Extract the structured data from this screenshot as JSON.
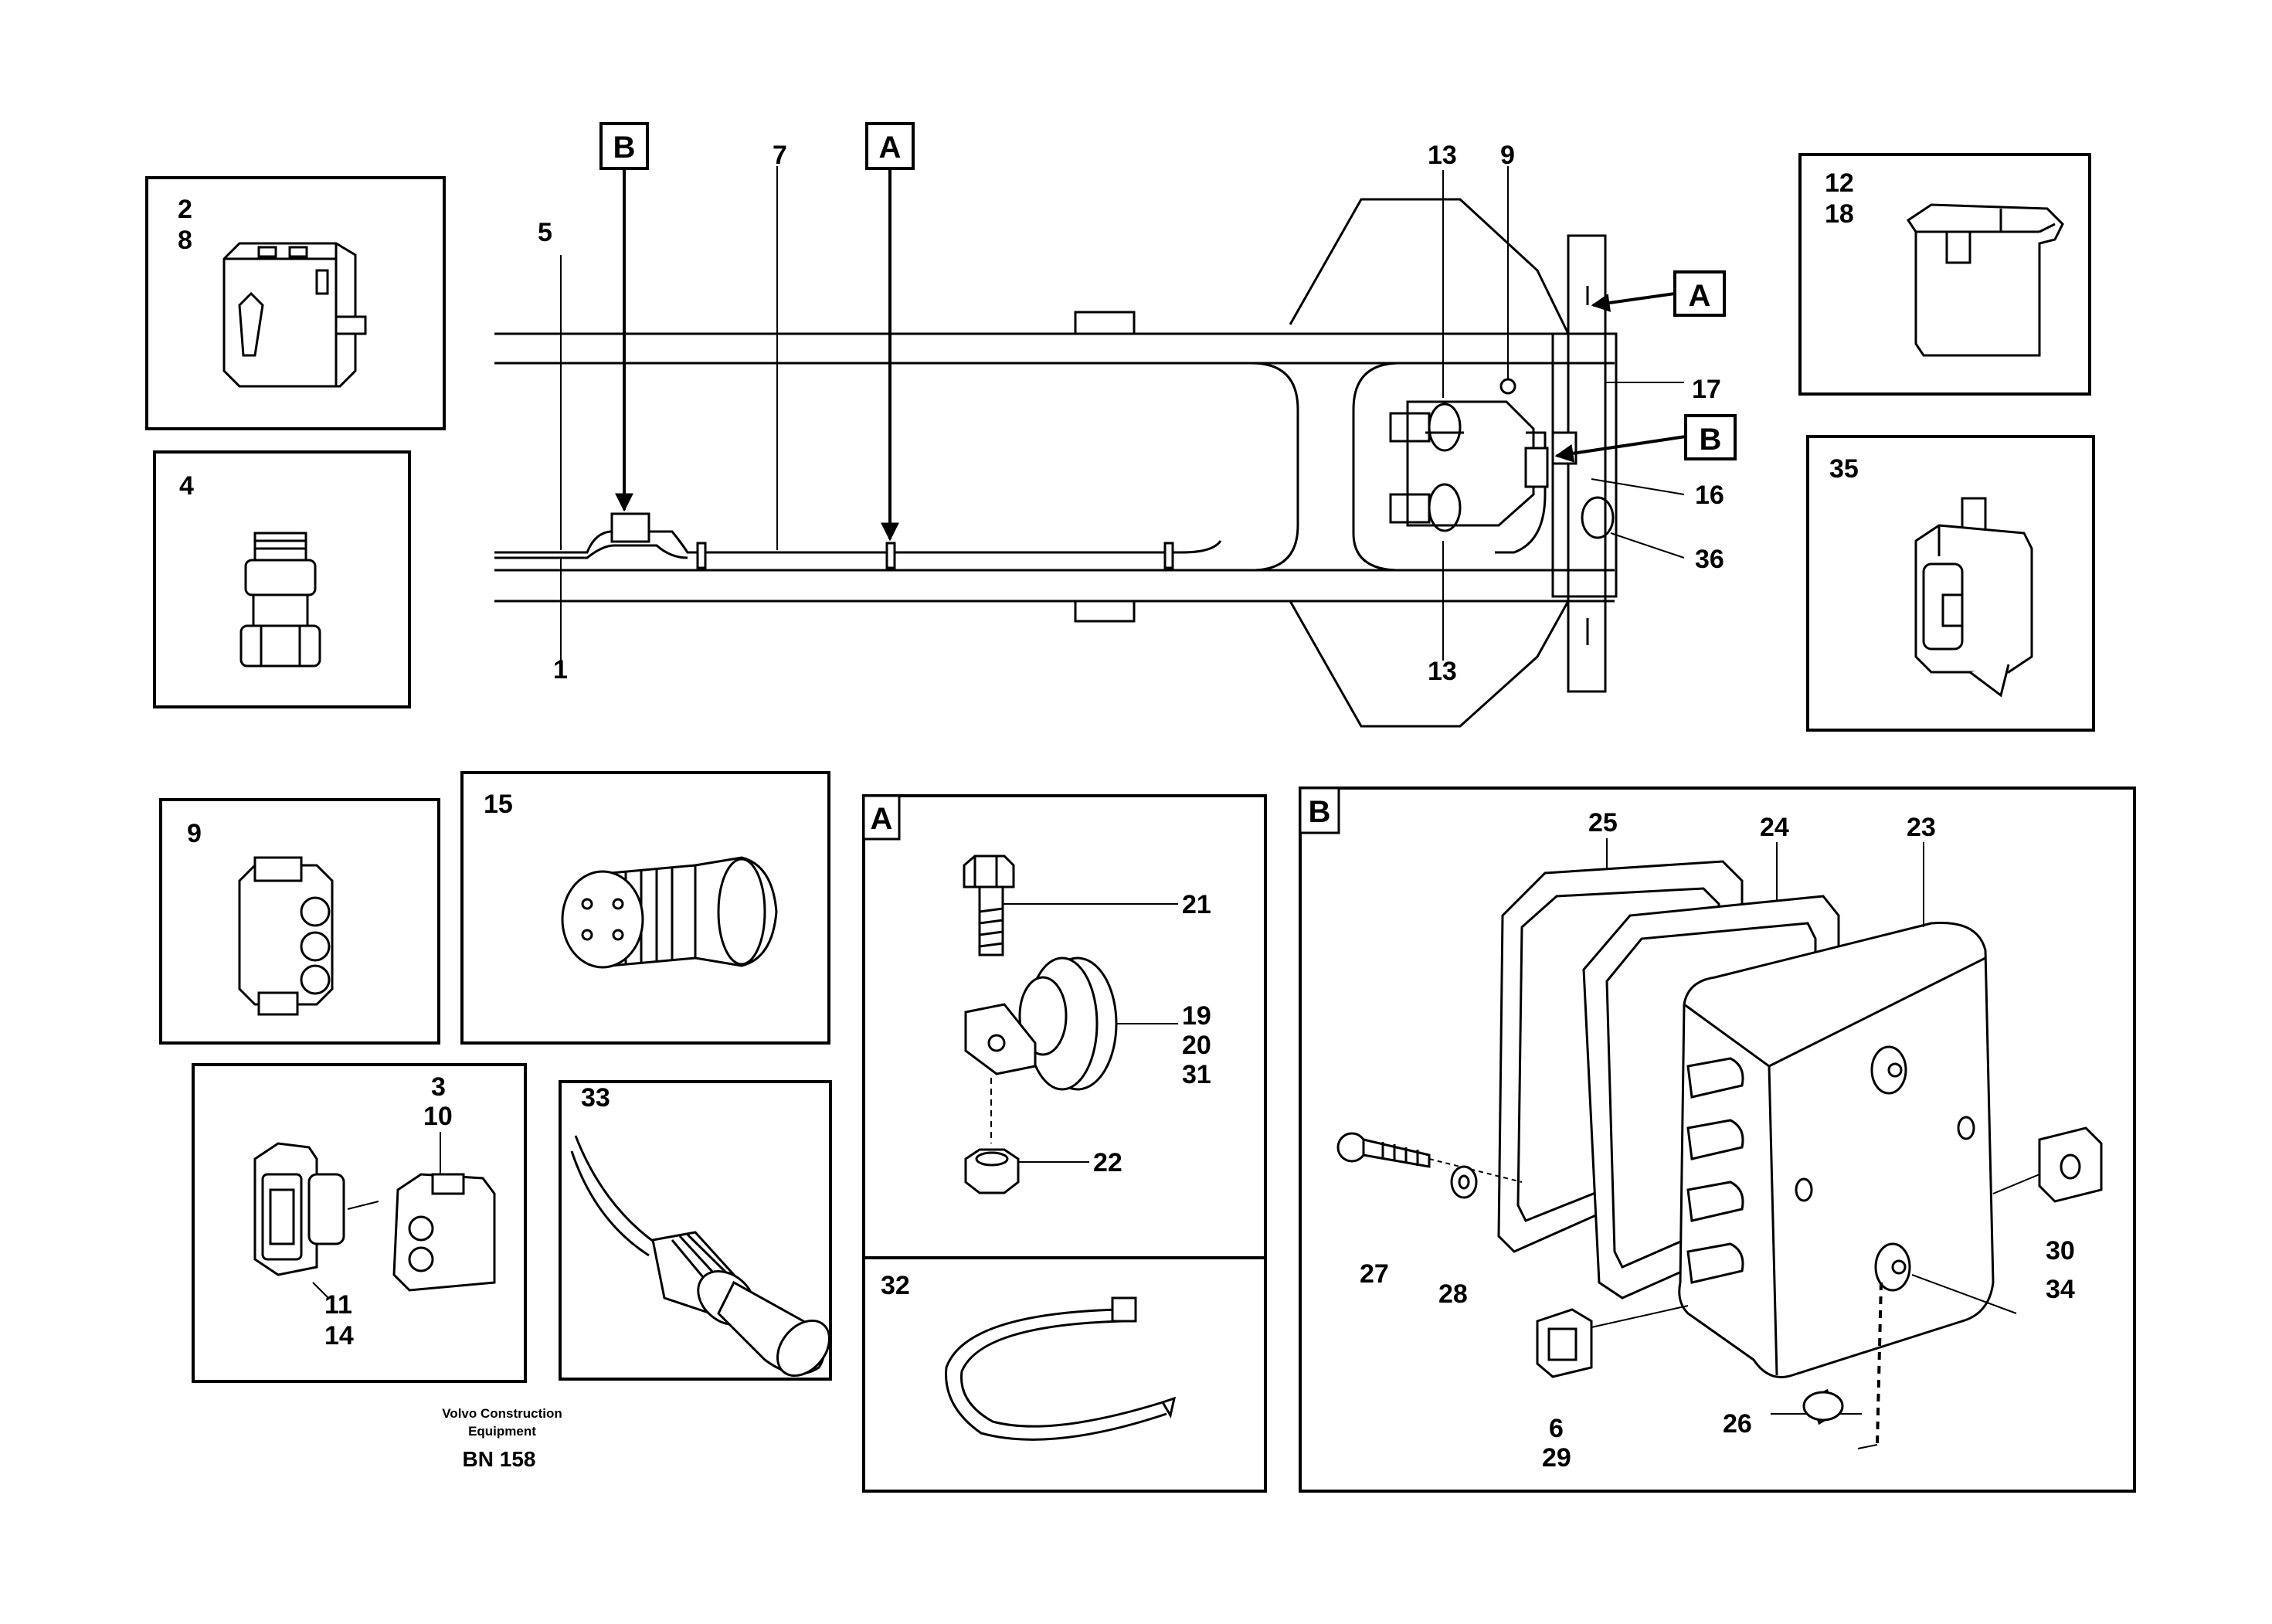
{
  "labels": {
    "p1": "1",
    "p2": "2",
    "p3": "3",
    "p4": "4",
    "p5": "5",
    "p6": "6",
    "p7": "7",
    "p8": "8",
    "p9": "9",
    "p10": "10",
    "p11": "11",
    "p12": "12",
    "p13": "13",
    "p14": "14",
    "p15": "15",
    "p16": "16",
    "p17": "17",
    "p18": "18",
    "p19": "19",
    "p20": "20",
    "p21": "21",
    "p22": "22",
    "p23": "23",
    "p24": "24",
    "p25": "25",
    "p26": "26",
    "p27": "27",
    "p28": "28",
    "p29": "29",
    "p30": "30",
    "p31": "31",
    "p32": "32",
    "p33": "33",
    "p34": "34",
    "p35": "35",
    "p36": "36"
  },
  "detail_refs": {
    "a": "A",
    "b": "B"
  },
  "footer": {
    "line1": "Volvo Construction",
    "line2": "Equipment",
    "ref": "BN 158"
  }
}
